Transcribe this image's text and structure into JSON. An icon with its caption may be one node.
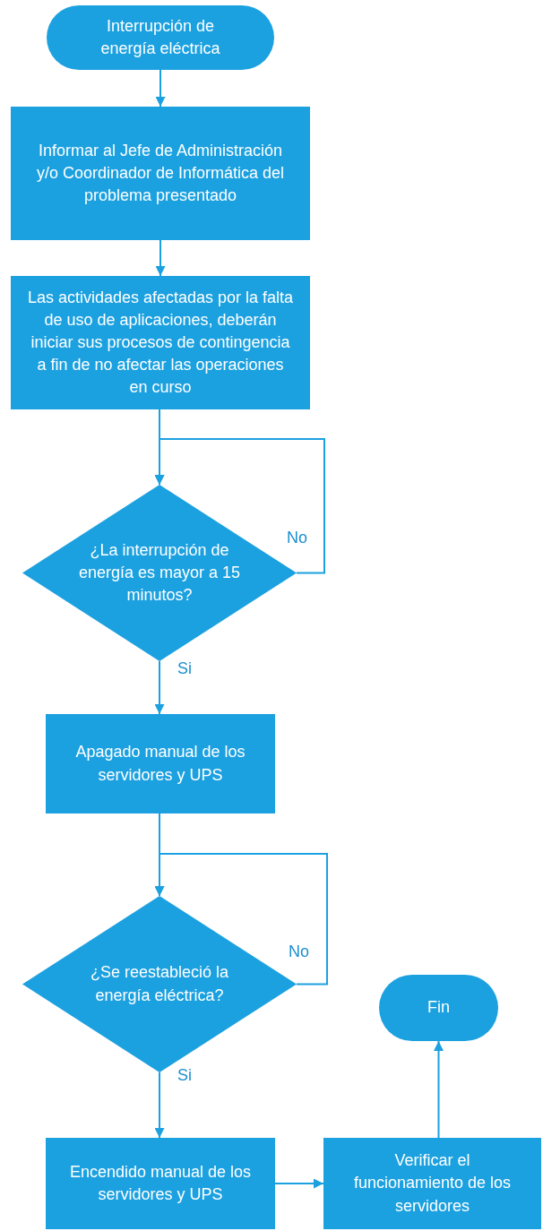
{
  "diagram": {
    "nodes": [
      {
        "text": [
          "Interrupción de energía eléctrica"
        ]
      },
      {
        "text": [
          "Informar al Jefe de Administración y/o Coordinador de Informática del problema presentado"
        ]
      },
      {
        "text": [
          "Las actividades afectadas por la falta de uso de aplicaciones, deberán iniciar sus procesos de contingencia a fin de no afectar las operaciones en curso"
        ]
      },
      {
        "text": [
          "¿La interrupción de energía es mayor a 15 minutos?"
        ]
      },
      {
        "text": [
          "Apagado manual de los servidores y UPS"
        ]
      },
      {
        "text": [
          "¿Se reestableció la energía eléctrica?"
        ]
      },
      {
        "text": [
          "Fin"
        ]
      },
      {
        "text": [
          "Encendido manual de los servidores y UPS"
        ]
      },
      {
        "text": [
          "Verificar el funcionamiento de los servidores"
        ]
      }
    ],
    "edges": [
      {
        "from": 0,
        "to": 1,
        "arrow": "to"
      },
      {
        "from": 1,
        "to": 2,
        "arrow": "to"
      },
      {
        "from": 2,
        "to": 3,
        "arrow": "to"
      },
      {
        "from": 3,
        "to": 3,
        "arrow": "to",
        "label": "No"
      },
      {
        "from": 3,
        "to": 4,
        "arrow": "to",
        "label": "Si"
      },
      {
        "from": 4,
        "to": 5,
        "arrow": "to"
      },
      {
        "from": 5,
        "to": 5,
        "arrow": "to",
        "label": "No"
      },
      {
        "from": 5,
        "to": 7,
        "arrow": "to",
        "label": "Si"
      },
      {
        "from": 7,
        "to": 8,
        "arrow": "to"
      },
      {
        "from": 8,
        "to": 6,
        "arrow": "to"
      }
    ]
  }
}
